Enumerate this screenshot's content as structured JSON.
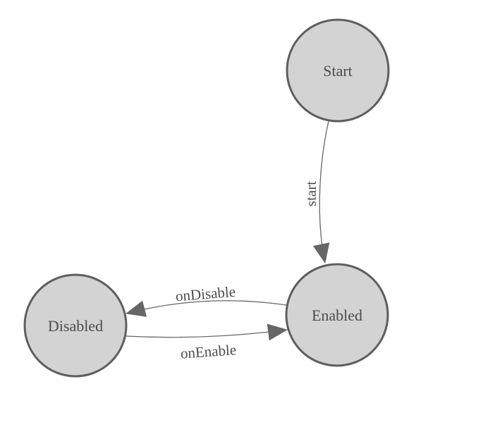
{
  "diagram": {
    "type": "state-machine",
    "colors": {
      "background": "#ffffff",
      "node_fill": "#d3d3d3",
      "node_stroke": "#5e5e5e",
      "edge_stroke": "#666666",
      "arrow_fill": "#666666",
      "label_color": "#4c4c4c"
    },
    "nodes": [
      {
        "id": "start",
        "label": "Start"
      },
      {
        "id": "enabled",
        "label": "Enabled"
      },
      {
        "id": "disabled",
        "label": "Disabled"
      }
    ],
    "edges": [
      {
        "id": "start-to-enabled",
        "label": "start",
        "from": "start",
        "to": "enabled"
      },
      {
        "id": "enabled-to-disabled",
        "label": "onDisable",
        "from": "enabled",
        "to": "disabled"
      },
      {
        "id": "disabled-to-enabled",
        "label": "onEnable",
        "from": "disabled",
        "to": "enabled"
      }
    ]
  }
}
